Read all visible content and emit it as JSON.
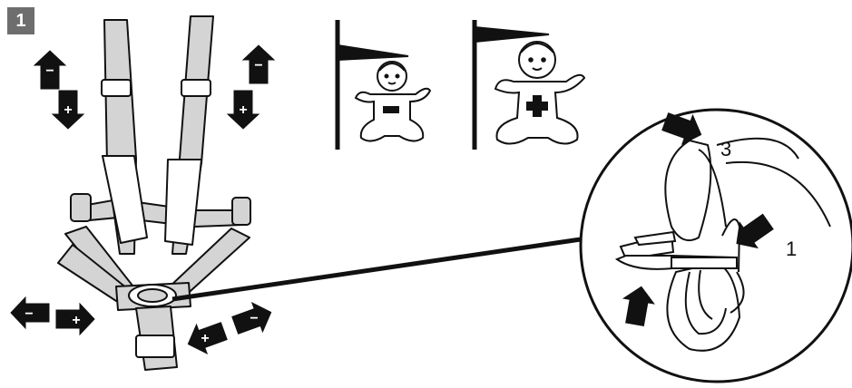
{
  "step": {
    "number": "1"
  },
  "sign_minus": "−",
  "sign_plus": "+",
  "detail_labels": {
    "label_3": "3",
    "label_1": "1"
  },
  "colors": {
    "strap_fill": "#d4d4d4",
    "pad_fill": "#ffffff",
    "outline": "#111111",
    "arrow_fill": "#111111",
    "badge_fill": "#6e6e6e"
  }
}
